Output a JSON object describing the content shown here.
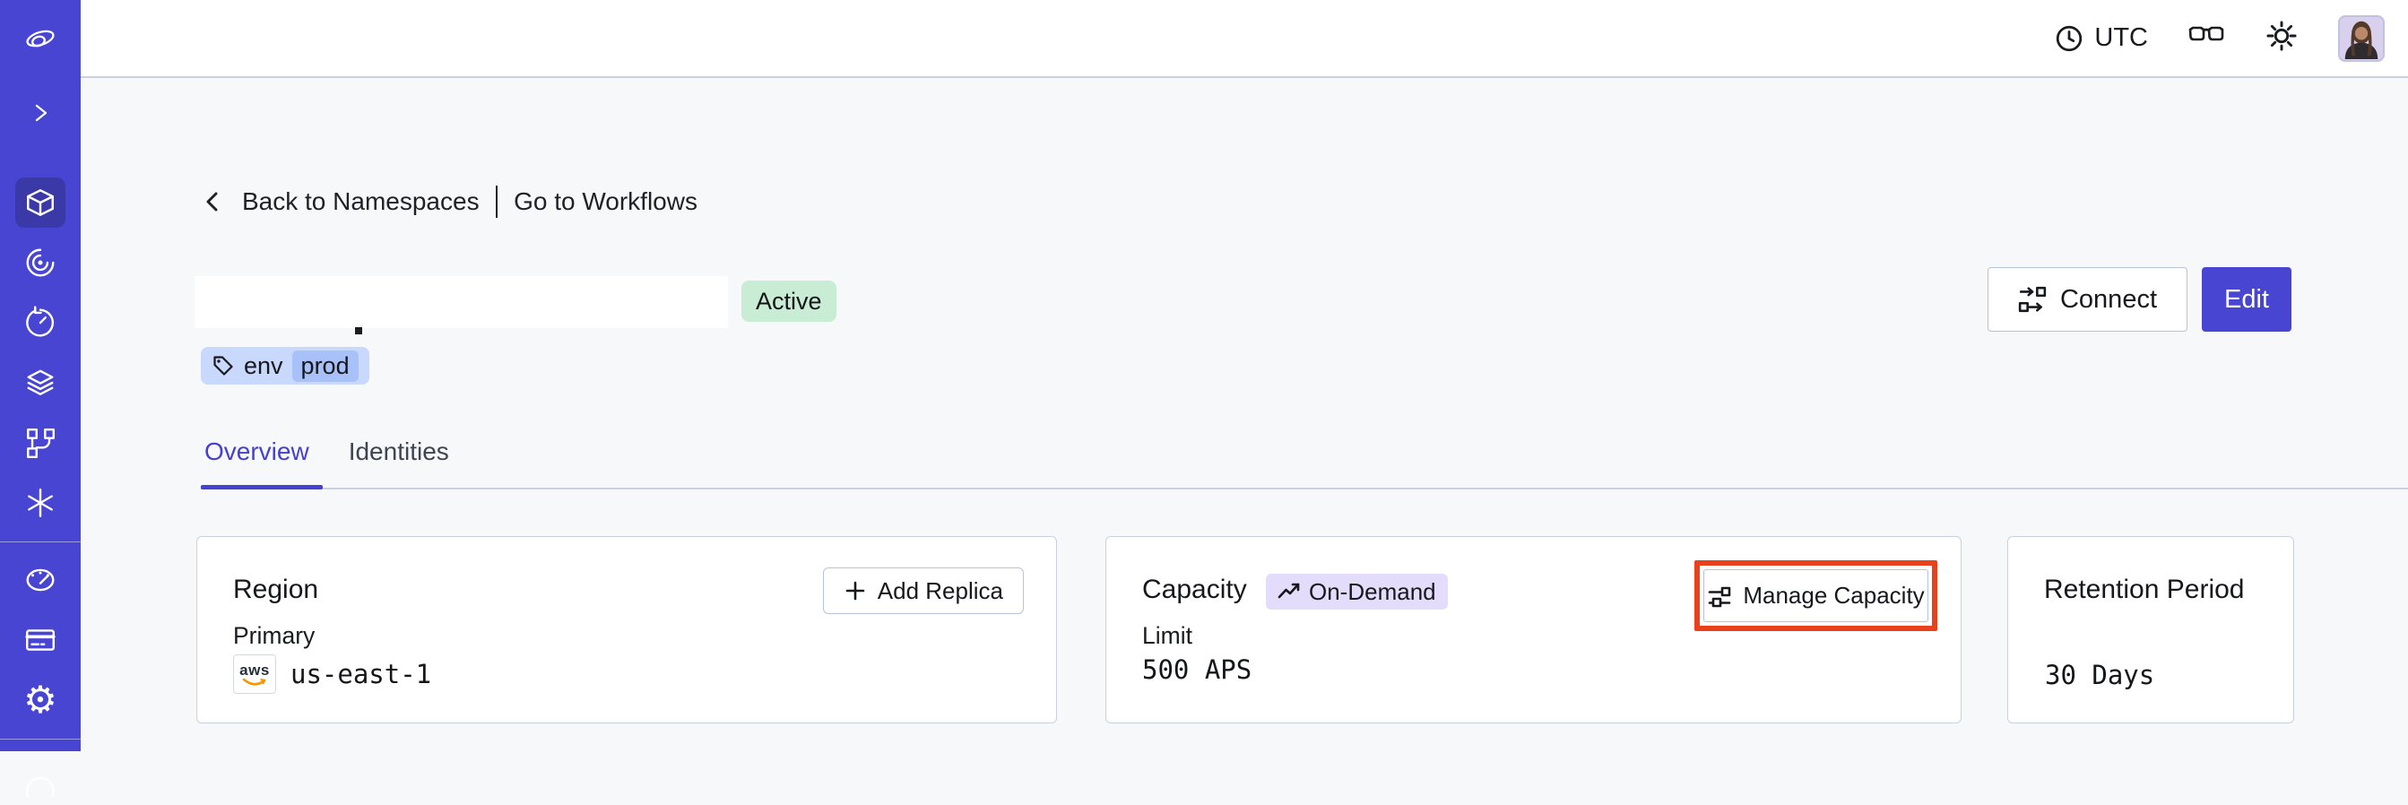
{
  "topbar": {
    "timezone": "UTC",
    "icons": [
      "clock-icon",
      "glasses-icon",
      "sun-theme-icon",
      "user-avatar"
    ]
  },
  "sidebar": {
    "icons": [
      "temporal-logo-icon",
      "expand-chevron-icon",
      "namespaces-cube-icon",
      "workflows-spiral-icon",
      "schedules-clock-icon",
      "deployments-layers-icon",
      "batch-branch-icon",
      "nexus-asterisk-icon",
      "usage-gauge-icon",
      "billing-card-icon",
      "settings-gear-icon",
      "support-circle-icon"
    ],
    "active_item": "namespaces"
  },
  "breadcrumb": {
    "back_label": "Back to Namespaces",
    "separator": "|",
    "workflows_label": "Go to Workflows"
  },
  "header": {
    "status_badge": "Active",
    "tag": {
      "key": "env",
      "value": "prod"
    },
    "connect_button": "Connect",
    "edit_button": "Edit"
  },
  "tabs": [
    {
      "label": "Overview",
      "active": true
    },
    {
      "label": "Identities",
      "active": false
    }
  ],
  "cards": {
    "region": {
      "title": "Region",
      "add_replica_button": "Add Replica",
      "field_label": "Primary",
      "provider": "aws",
      "value": "us-east-1"
    },
    "capacity": {
      "title": "Capacity",
      "badge": "On-Demand",
      "manage_button": "Manage Capacity",
      "field_label": "Limit",
      "value": "500 APS"
    },
    "retention": {
      "title": "Retention Period",
      "value": "30 Days"
    }
  },
  "colors": {
    "sidebar": "#4745D2",
    "sidebar_active": "#3B39A8",
    "accent_indigo": "#4845D2",
    "active_badge_bg": "#C9EDD4",
    "tag_bg": "#C9D8FD",
    "tag_chip_bg": "#A9C1F9",
    "ondemand_badge_bg": "#E4DCFB",
    "annotation_red": "#E8411C",
    "card_border": "#C8D1DF",
    "page_bg": "#F7F8FA",
    "aws_orange": "#F79400"
  }
}
